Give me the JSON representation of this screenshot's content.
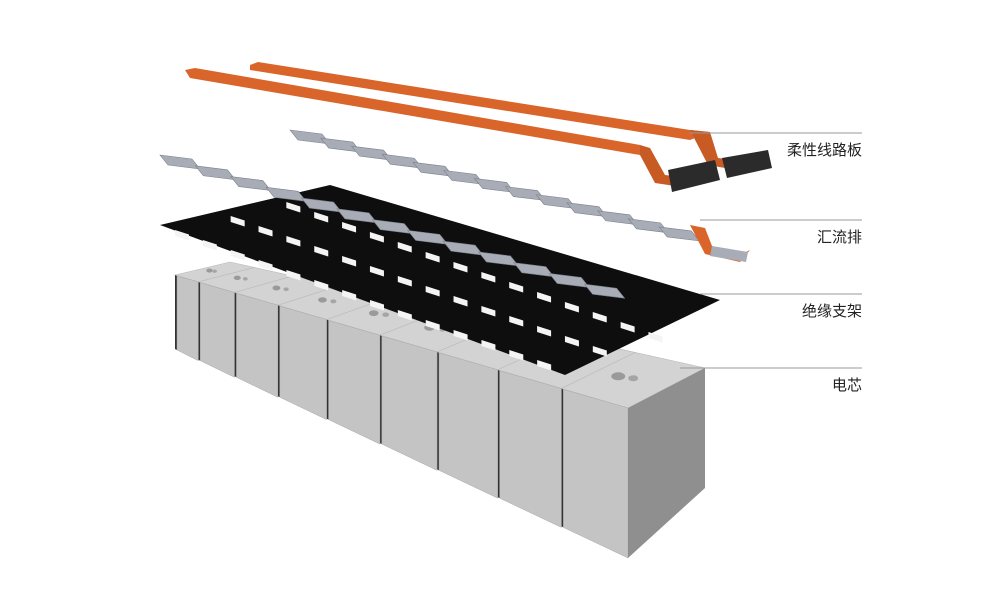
{
  "labels": {
    "fpc": "柔性线路板",
    "busbar": "汇流排",
    "bracket": "绝缘支架",
    "cell": "电芯"
  },
  "colors": {
    "fpc": "#d9652a",
    "busbar": "#a7acb6",
    "bracket": "#111111",
    "cell": "#c9c9c9",
    "leader": "#9a9a9a"
  },
  "cell_count": 9,
  "busbar_count": 13
}
